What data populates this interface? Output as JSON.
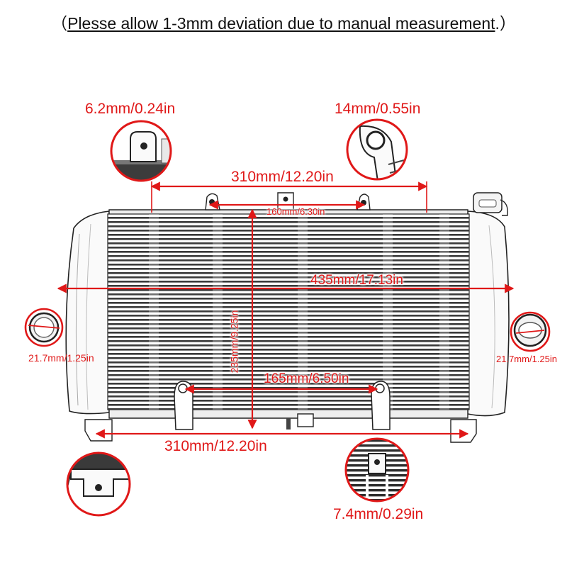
{
  "note": {
    "open": "（",
    "text": "Plesse allow 1-3mm deviation due to manual measurement",
    "close": ".）"
  },
  "dimensions": {
    "top_span": "310mm/12.20in",
    "top_inner_span": "160mm/6.30in",
    "overall_width": "435mm/17.13in",
    "core_height": "235mm/9.25in",
    "bottom_inner_span": "165mm/6.50in",
    "bottom_span": "310mm/12.20in",
    "left_pipe": "21.7mm/1.25in",
    "right_pipe": "21.7mm/1.25in"
  },
  "callouts": {
    "top_left_tab": "6.2mm/0.24in",
    "top_right_eye": "14mm/0.55in",
    "bottom_right_tab": "7.4mm/0.29in"
  },
  "colors": {
    "accent": "#e01818",
    "outline": "#222222",
    "fin_dark": "#3a3a3a"
  }
}
